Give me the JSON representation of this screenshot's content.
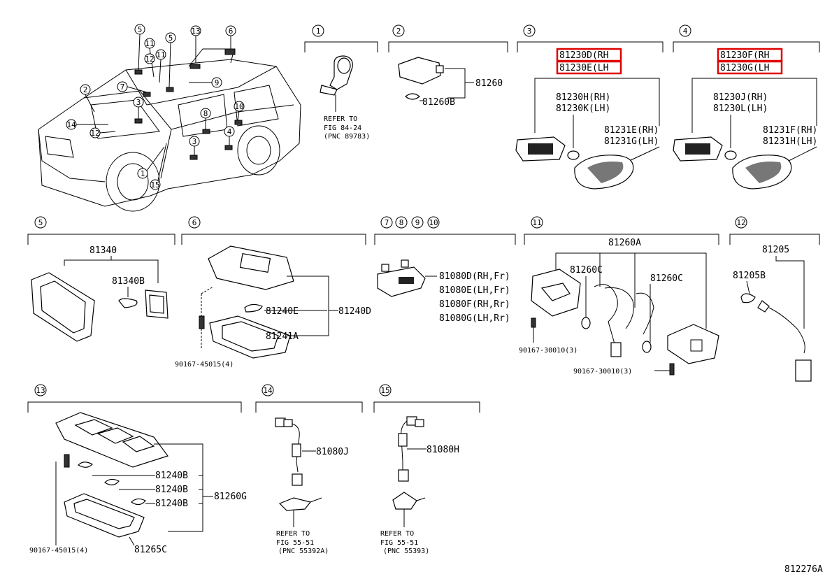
{
  "figure_id": "812276A",
  "car_callouts": [
    "1",
    "2",
    "3",
    "4",
    "5",
    "6",
    "7",
    "8",
    "9",
    "10",
    "11",
    "12",
    "13",
    "14",
    "15"
  ],
  "sections": {
    "s1": {
      "num": "1",
      "note": [
        "REFER TO",
        "FIG 84-24",
        "(PNC 89783)"
      ]
    },
    "s2": {
      "num": "2",
      "parts": [
        "81260",
        "81260B"
      ]
    },
    "s3": {
      "num": "3",
      "parts": [
        "81230D(RH",
        "81230E(LH",
        "81230H(RH)",
        "81230K(LH)",
        "81231E(RH)",
        "81231G(LH)"
      ]
    },
    "s4": {
      "num": "4",
      "parts": [
        "81230F(RH",
        "81230G(LH",
        "81230J(RH)",
        "81230L(LH)",
        "81231F(RH)",
        "81231H(LH)"
      ]
    },
    "s5": {
      "num": "5",
      "parts": [
        "81340",
        "81340B"
      ]
    },
    "s6": {
      "num": "6",
      "parts": [
        "81240E",
        "81240D",
        "81241A",
        "90167-45015(4)"
      ]
    },
    "s7": {
      "nums": [
        "7",
        "8",
        "9",
        "10"
      ],
      "parts": [
        "81080D(RH,Fr)",
        "81080E(LH,Fr)",
        "81080F(RH,Rr)",
        "81080G(LH,Rr)"
      ]
    },
    "s11": {
      "num": "11",
      "parts": [
        "81260A",
        "81260C",
        "81260C",
        "90167-30010(3)",
        "90167-30010(3)"
      ]
    },
    "s12": {
      "num": "12",
      "parts": [
        "81205",
        "81205B"
      ]
    },
    "s13": {
      "num": "13",
      "parts": [
        "81240B",
        "81240B",
        "81240B",
        "81260G",
        "90167-45015(4)",
        "81265C"
      ]
    },
    "s14": {
      "num": "14",
      "parts": [
        "81080J"
      ],
      "note": [
        "REFER TO",
        "FIG 55-51",
        "(PNC 55392A)"
      ]
    },
    "s15": {
      "num": "15",
      "parts": [
        "81080H"
      ],
      "note": [
        "REFER TO",
        "FIG 55-51",
        "(PNC 55393)"
      ]
    }
  },
  "colors": {
    "highlight": "#e00000",
    "line": "#000000"
  }
}
